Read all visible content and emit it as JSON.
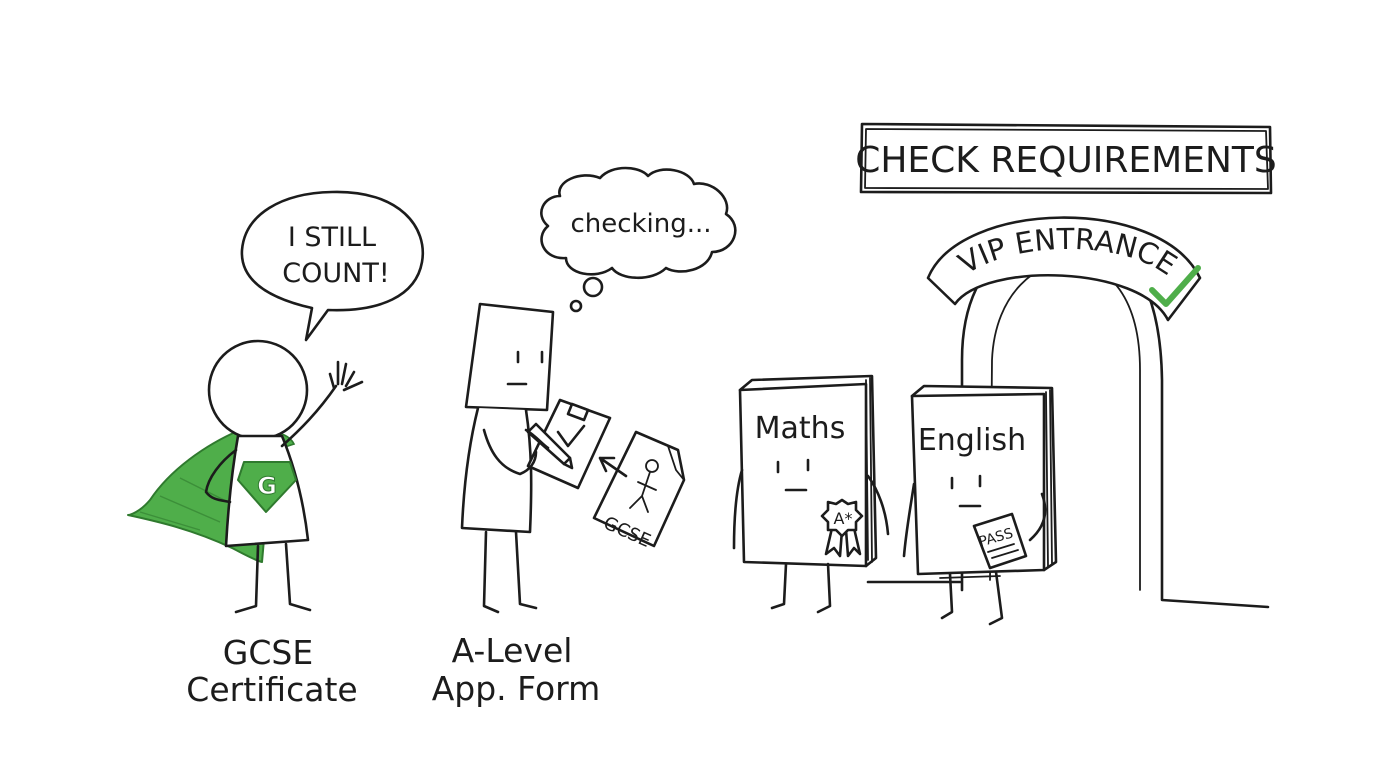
{
  "colors": {
    "ink": "#1c1c1c",
    "green": "#4fae4a",
    "background": "#ffffff"
  },
  "gcse": {
    "speech_line1": "I STILL",
    "speech_line2": "COUNT!",
    "emblem": "G",
    "label_line1": "GCSE",
    "label_line2": "Certificate"
  },
  "alevel": {
    "thought": "checking...",
    "paper_label": "GCSE",
    "label_line1": "A-Level",
    "label_line2": "App. Form"
  },
  "entrance": {
    "sign": "CHECK REQUIREMENTS",
    "arch_banner": "VIP ENTRANCE"
  },
  "maths": {
    "title": "Maths",
    "badge": "A*"
  },
  "english": {
    "title": "English",
    "badge": "PASS"
  },
  "icons": [
    "superhero-cape-icon",
    "waving-hand-icon",
    "clipboard-icon",
    "pencil-icon",
    "checkmark-icon",
    "arrow-icon",
    "award-ribbon-icon",
    "pass-slip-icon"
  ]
}
